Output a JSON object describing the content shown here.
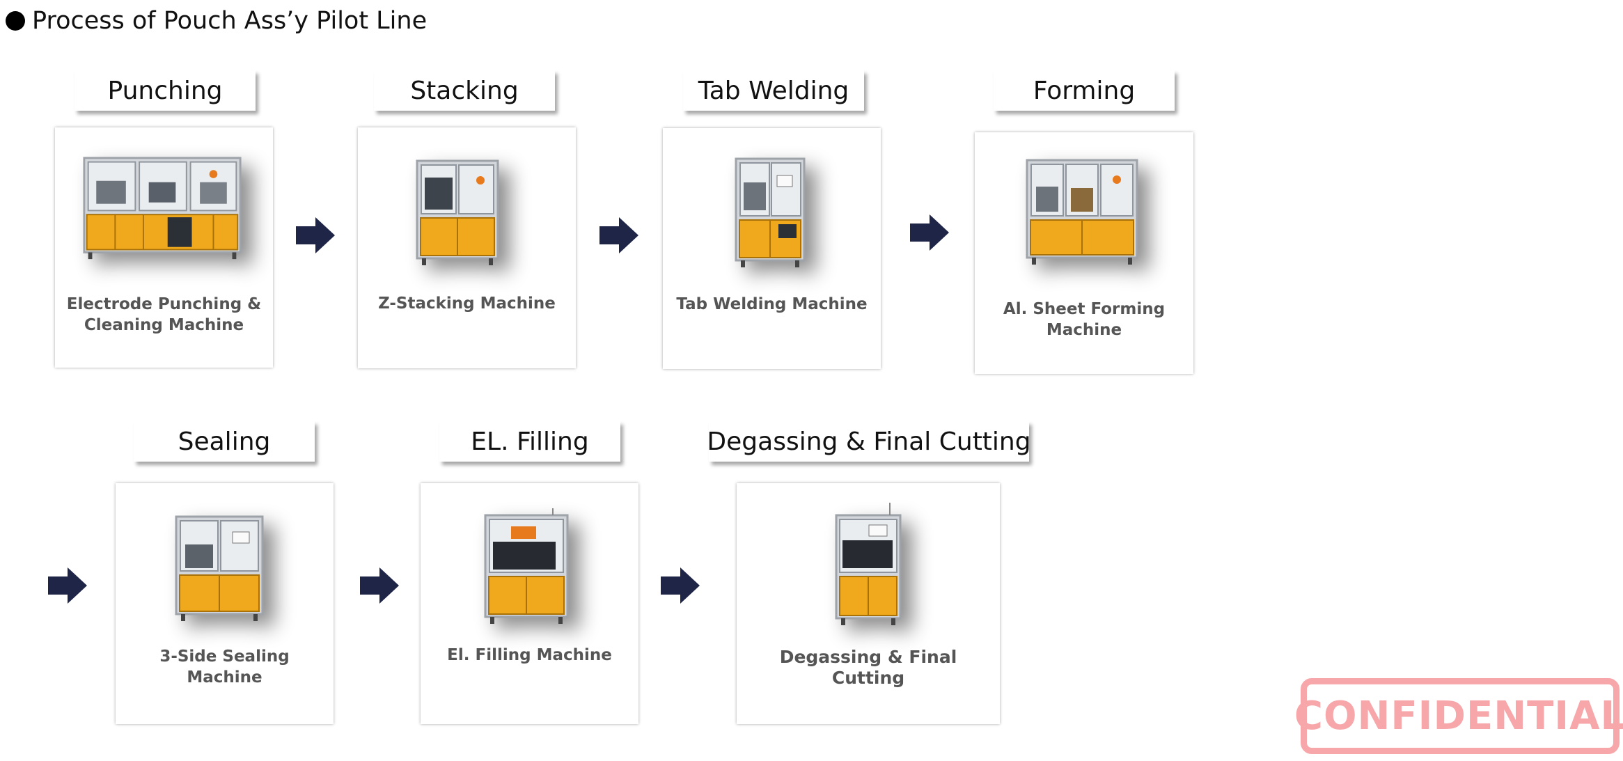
{
  "title": "Process of Pouch Ass’y Pilot Line",
  "colors": {
    "arrow": "#1f2546",
    "cabinet": "#f0a81c",
    "frame": "#c9ccd1",
    "stamp": "#f7a6aa"
  },
  "steps": [
    {
      "step": "Punching",
      "machine": "Electrode Punching & Cleaning Machine"
    },
    {
      "step": "Stacking",
      "machine": "Z-Stacking Machine"
    },
    {
      "step": "Tab Welding",
      "machine": "Tab Welding Machine"
    },
    {
      "step": "Forming",
      "machine": "Al. Sheet Forming Machine"
    },
    {
      "step": "Sealing",
      "machine": "3-Side Sealing Machine"
    },
    {
      "step": "EL. Filling",
      "machine": "El. Filling Machine"
    },
    {
      "step": "Degassing & Final Cutting",
      "machine": "Degassing & Final Cutting"
    }
  ],
  "arrow_icon": "right-arrow-icon",
  "stamp": {
    "text": "CONFIDENTIAL",
    "icon": "confidential-stamp"
  }
}
